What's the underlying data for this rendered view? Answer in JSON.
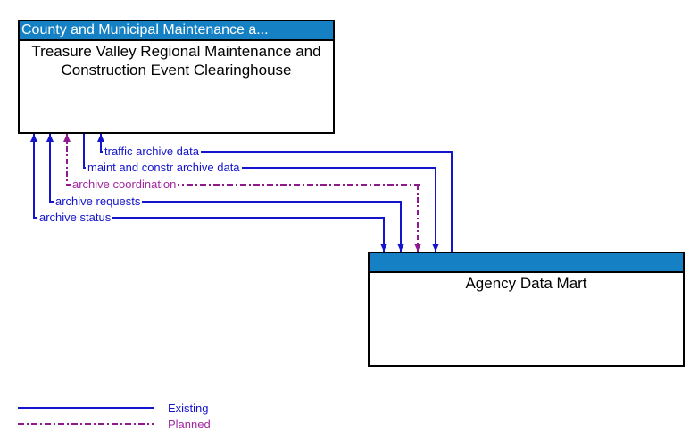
{
  "boxes": {
    "clearinghouse": {
      "header": "County and Municipal Maintenance a...",
      "name": "Treasure Valley Regional Maintenance and Construction Event Clearinghouse"
    },
    "data_mart": {
      "header": "",
      "name": "Agency Data Mart"
    }
  },
  "flows": [
    {
      "label": "traffic archive data",
      "status": "existing",
      "arrow_at_clearinghouse": true,
      "arrow_at_data_mart": false
    },
    {
      "label": "maint and constr archive data",
      "status": "existing",
      "arrow_at_clearinghouse": false,
      "arrow_at_data_mart": true
    },
    {
      "label": "archive coordination",
      "status": "planned",
      "arrow_at_clearinghouse": true,
      "arrow_at_data_mart": true
    },
    {
      "label": "archive requests",
      "status": "existing",
      "arrow_at_clearinghouse": true,
      "arrow_at_data_mart": true
    },
    {
      "label": "archive status",
      "status": "existing",
      "arrow_at_clearinghouse": true,
      "arrow_at_data_mart": true
    }
  ],
  "legend": {
    "existing_label": "Existing",
    "planned_label": "Planned"
  },
  "colors": {
    "existing_line": "#1414CC",
    "planned_line": "#8E1A8E",
    "planned_text": "#A128A1",
    "box_header_bg": "#1581C4",
    "box_border": "#000000"
  }
}
